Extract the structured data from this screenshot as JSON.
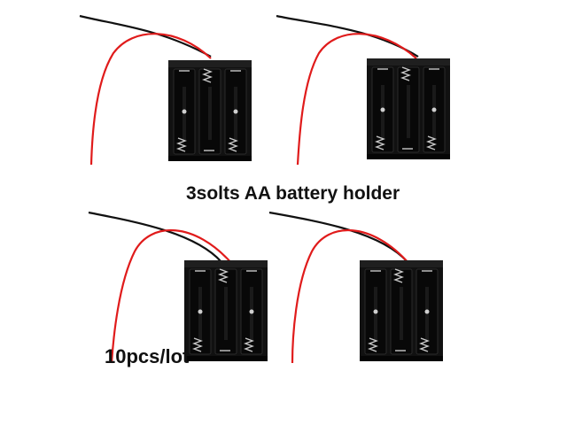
{
  "product": {
    "caption": "3solts AA battery holder",
    "quantity": "10pcs/lot"
  },
  "colors": {
    "background": "#ffffff",
    "holder_body": "#111111",
    "holder_rail": "#1c1c1c",
    "wire_red": "#e01b1b",
    "wire_black": "#111111",
    "spring_metal": "#c9c9c9",
    "caption_text": "#111111"
  },
  "holders": [
    {
      "id": "top-left"
    },
    {
      "id": "top-right"
    },
    {
      "id": "bottom-left"
    },
    {
      "id": "bottom-right"
    }
  ]
}
